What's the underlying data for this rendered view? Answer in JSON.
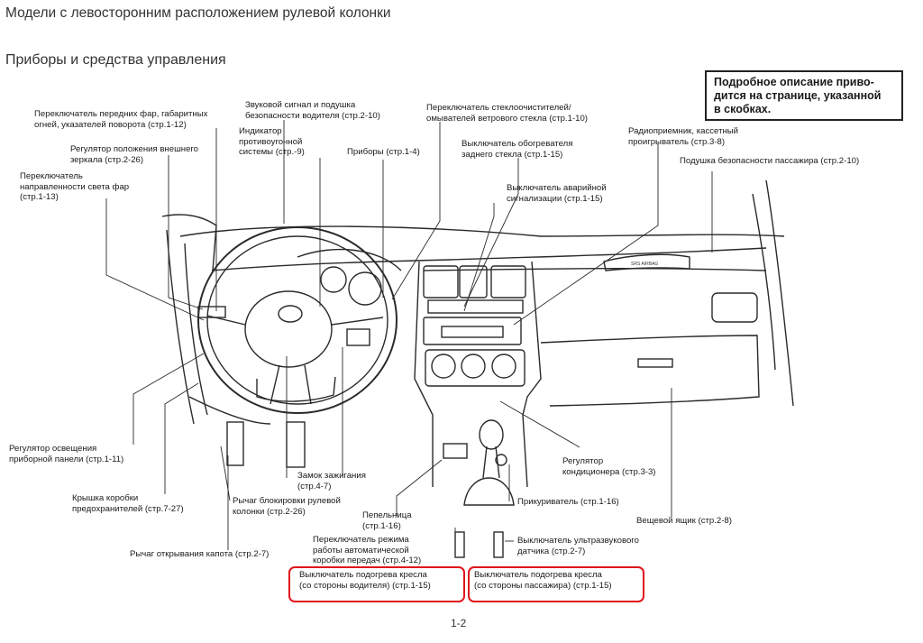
{
  "header": {
    "title": "Модели с левосторонним расположением рулевой колонки",
    "section": "Приборы и средства управления"
  },
  "note": {
    "line1": "Подробное описание приво-",
    "line2": "дится на странице, указанной",
    "line3": "в скобках."
  },
  "callouts": {
    "headlamp_switch": [
      "Переключатель передних фар, габаритных",
      "огней, указателей поворота (стр.1-12)"
    ],
    "mirror_adjust": [
      "Регулятор положения внешнего",
      "зеркала (стр.2-26)"
    ],
    "beam_switch": [
      "Переключатель",
      "направленности света фар",
      "(стр.1-13)"
    ],
    "horn_airbag": [
      "Звуковой сигнал и подушка",
      "безопасности водителя (стр.2-10)"
    ],
    "antitheft": [
      "Индикатор",
      "противоугонной",
      "системы (стр.-9)"
    ],
    "instruments": [
      "Приборы (стр.1-4)"
    ],
    "wiper_switch": [
      "Переключатель стеклоочистителей/",
      "омывателей ветрового стекла (стр.1-10)"
    ],
    "rear_defrost": [
      "Выключатель обогревателя",
      "заднего стекла (стр.1-15)"
    ],
    "hazard": [
      "Выключатель аварийной",
      "сигнализации (стр.1-15)"
    ],
    "radio": [
      "Радиоприемник, кассетный",
      "проигрыватель (стр.3-8)"
    ],
    "pass_airbag": [
      "Подушка безопасности пассажира  (стр.2-10)"
    ],
    "dash_light": [
      "Регулятор освещения",
      "приборной панели (стр.1-11)"
    ],
    "fuse_cover": [
      "Крышка коробки",
      "предохранителей (стр.7-27)"
    ],
    "hood_release": [
      "Рычаг открывания капота (стр.2-7)"
    ],
    "steering_lock": [
      "Рычаг блокировки рулевой",
      "колонки (стр.2-26)"
    ],
    "ignition": [
      "Замок зажигания",
      "(стр.4-7)"
    ],
    "ashtray": [
      "Пепельница",
      "(стр.1-16)"
    ],
    "ac": [
      "Регулятор",
      "кондиционера (стр.3-3)"
    ],
    "lighter": [
      "Прикуриватель (стр.1-16)"
    ],
    "glovebox": [
      "Вещевой ящик (стр.2-8)"
    ],
    "gear_mode": [
      "Переключатель режима",
      "работы автоматической",
      "коробки передач (стр.4-12)"
    ],
    "sonar": [
      "Выключатель ультразвукового",
      "датчика (стр.2-7)"
    ],
    "seat_heat_driver": [
      "Выключатель подогрева кресла",
      "(со стороны водителя) (стр.1-15)"
    ],
    "seat_heat_pass": [
      "Выключатель подогрева кресла",
      "(со стороны пассажира) (стр.1-15)"
    ]
  },
  "airbag_text": "SRS AIRBAG",
  "page_number": "1-2",
  "colors": {
    "highlight": "#e0141c",
    "ink": "#1a1a1a"
  }
}
